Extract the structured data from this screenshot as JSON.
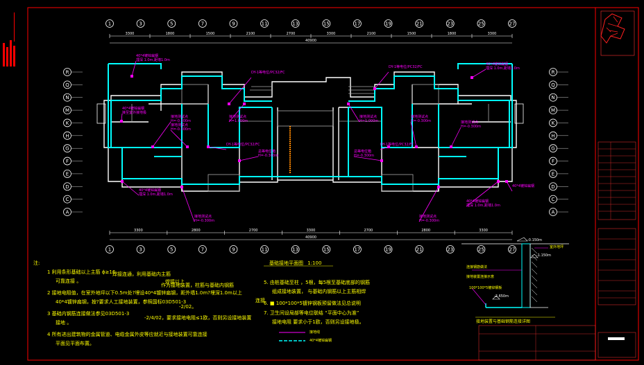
{
  "drawing": {
    "plan_title": "基础接地平面图",
    "plan_scale": "1:100",
    "detail_title": "接地装置与基础钢筋连接详图"
  },
  "dimensions": {
    "top_chain": [
      "3300",
      "1800",
      "1500",
      "2100",
      "2700",
      "3300",
      "2100",
      "1500",
      "1800",
      "3300"
    ],
    "top_total": "40900",
    "bottom_chain": [
      "3300",
      "2800",
      "2700",
      "3300",
      "2700",
      "2800",
      "3300"
    ],
    "bottom_total": "40900",
    "detail_marks": [
      "-0.150m",
      "-1.150m",
      "-2.650m"
    ]
  },
  "axes": {
    "top": [
      "1",
      "3",
      "5",
      "7",
      "9",
      "11",
      "13",
      "15",
      "17",
      "19",
      "21",
      "23",
      "25",
      "27"
    ],
    "bottom": [
      "1",
      "3",
      "5",
      "7",
      "9",
      "11",
      "13",
      "15",
      "17",
      "19",
      "21",
      "23",
      "25",
      "27"
    ],
    "left": [
      "R",
      "Q",
      "N",
      "M",
      "K",
      "H",
      "G",
      "F",
      "E",
      "D",
      "C",
      "A"
    ],
    "right": [
      "R",
      "Q",
      "N",
      "M",
      "K",
      "H",
      "G",
      "F",
      "E",
      "D",
      "C",
      "A"
    ]
  },
  "callouts": [
    {
      "id": "c1",
      "l1": "40*4镀锌扁钢",
      "l2": "埋深 1.0m,距墙1.0m"
    },
    {
      "id": "c2",
      "l1": "DY-1等电位/PC32/FC",
      "l2": ""
    },
    {
      "id": "c3",
      "l1": "DY-1等电位/PC32/FC",
      "l2": ""
    },
    {
      "id": "c4",
      "l1": "40*4镀锌扁钢",
      "l2": "埋深 1.0m,距墙1.0m"
    },
    {
      "id": "c5",
      "l1": "40*4镀锌扁钢",
      "l2": "接至室外接地极"
    },
    {
      "id": "c6",
      "l1": "接地测试点",
      "l2": "H=-0.300m"
    },
    {
      "id": "c7",
      "l1": "接地测试点",
      "l2": "H=-0.300m"
    },
    {
      "id": "c8",
      "l1": "接地测试点",
      "l2": "H=1.000m"
    },
    {
      "id": "c9",
      "l1": "接地测试点",
      "l2": "H=1.000m"
    },
    {
      "id": "c10",
      "l1": "接地测试点",
      "l2": "H=-0.300m"
    },
    {
      "id": "c11",
      "l1": "接地测试点",
      "l2": "H=-0.300m"
    },
    {
      "id": "c12",
      "l1": "DY-1等电位/PC32/FC",
      "l2": ""
    },
    {
      "id": "c13",
      "l1": "DY-1等电位/PC32/FC",
      "l2": ""
    },
    {
      "id": "c14",
      "l1": "总等电位箱",
      "l2": "H=-0.300m"
    },
    {
      "id": "c15",
      "l1": "总等电位箱",
      "l2": "H=-0.300m"
    },
    {
      "id": "c16",
      "l1": "40*4镀锌扁钢",
      "l2": "埋深 1.0m,距墙1.0m"
    },
    {
      "id": "c17",
      "l1": "40*4镀锌扁钢",
      "l2": "埋深 1.0m,距墙1.0m"
    },
    {
      "id": "c18",
      "l1": "接地测试点",
      "l2": "H=-0.300m"
    },
    {
      "id": "c19",
      "l1": "接地测试点",
      "l2": "H=-0.300m"
    },
    {
      "id": "c20",
      "l1": "40*4镀锌扁钢",
      "l2": ""
    }
  ],
  "notes": {
    "title": "注:",
    "n1a": "1  利用条形基础以上主筋  ϕ≥16",
    "n1b": "焊接连通，利用基础内主筋",
    "n1c": "焊接以上",
    "n1d": "可靠连接 。",
    "n1e": "作为接地装置，柱筋与基础内钢筋",
    "n2a": "2  接地电阻值，在室外地坪以下0.5m处?埋设40*4镀锌扁钢，距外墙1.0m?埋深1.0m以上",
    "n2b": "40*4镀锌扁钢，按?要求人工接地装置，参照国标03D501-3",
    "n2c": "-2/02。",
    "n3a": "3  基础内钢筋连接做法参见03D501-3",
    "n3b": "-2/4/02，要求接地电阻≤1欧，否则另设接地装置",
    "n3c": "接地 。",
    "n4a": "4  所有进出建筑物的金属管道、电缆金属外皮等应就近与接地装置可靠连接",
    "n4b": "平面见平面布置。",
    "n5a": "5.  由桩基础至柱    ，5根，每5根至基础底部的钢筋",
    "n5b": "组成接地装置，  与基础内钢筋以上主筋相焊",
    "n6a": "6.  ■ 100*100*5镀锌钢板预留做法见总说明",
    "n6b": "连接",
    "n7a": "7.  卫生间设局部等电位联结 “平面中心为准”",
    "n7b": "接地电阻    要求小于1欧，否则另设接地极。"
  },
  "legend": [
    {
      "id": "l1",
      "label": "接地线"
    },
    {
      "id": "l2",
      "label": "40*4镀锌扁钢"
    }
  ],
  "detail_labels": {
    "a": "室外地坪",
    "b": "连接钢筋做法",
    "c": "接地装置连接示意",
    "d": "100*100*5镀锌钢板"
  },
  "colors": {
    "cyan": "#00ffff",
    "magenta": "#ff00ff",
    "yellow": "#ffff00",
    "white": "#ffffff",
    "red": "#ff2020",
    "border": "#ff0000"
  }
}
